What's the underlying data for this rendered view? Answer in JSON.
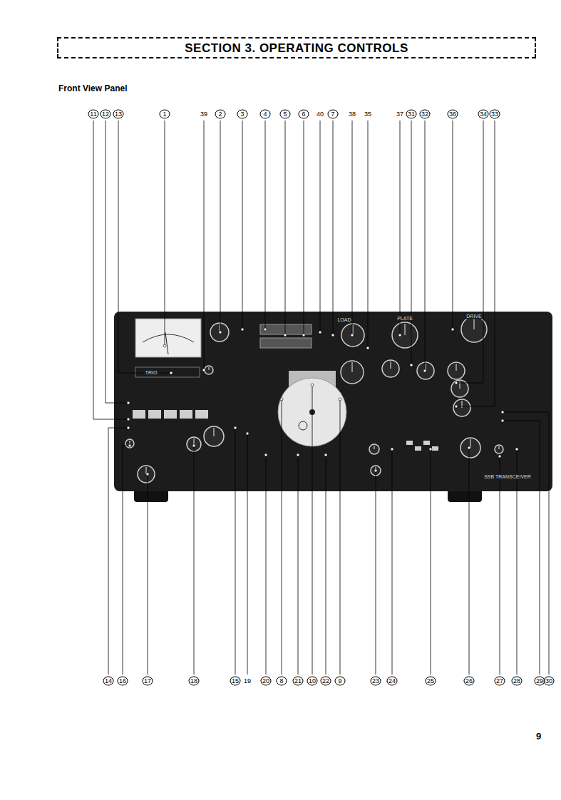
{
  "diagram": {
    "title": "SECTION 3. OPERATING CONTROLS",
    "labels": [
      "Front View Panel",
      "11",
      "12",
      "13",
      "1",
      "39",
      "2",
      "3",
      "4",
      "5",
      "6",
      "40",
      "7",
      "38",
      "35",
      "37",
      "31",
      "32",
      "36",
      "34",
      "33",
      "14",
      "16",
      "17",
      "18",
      "15",
      "19",
      "20",
      "8",
      "21",
      "10",
      "22",
      "9",
      "23",
      "24",
      "25",
      "26",
      "27",
      "28",
      "29",
      "30",
      "LOAD",
      "PLATE",
      "DRIVE",
      "TRIO",
      "SSB TRANSCEIVER",
      "9"
    ]
  }
}
